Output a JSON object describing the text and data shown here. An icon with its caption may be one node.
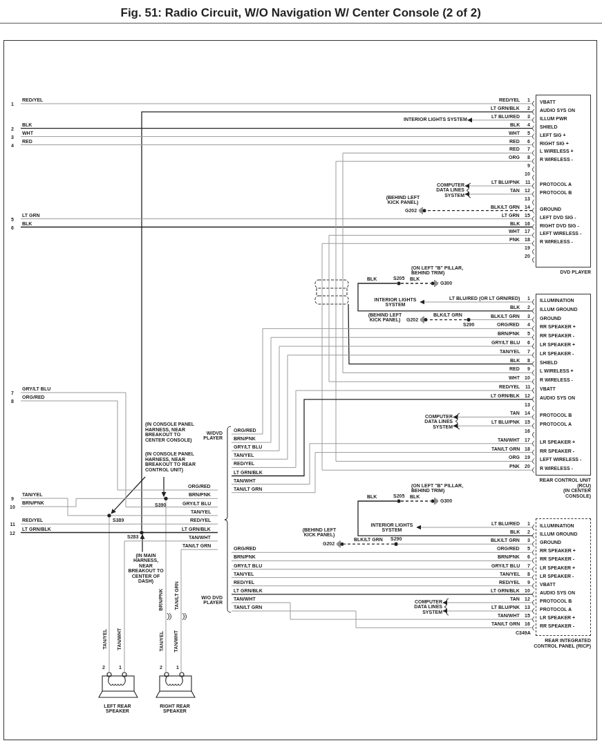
{
  "diagram": {
    "title": "Fig. 51: Radio Circuit, W/O Navigation W/ Center Console (2 of 2)",
    "nodes": [
      {
        "text": [
          "VBATT",
          "AUDIO SYS ON",
          "ILLUM PWR",
          "SHIELD",
          "LEFT SIG +",
          "RIGHT SIG +",
          "L WIRELESS +",
          "R WIRELESS -",
          "PROTOCOL A",
          "PROTOCOL B",
          "GROUND",
          "LEFT DVD SIG -",
          "RIGHT DVD SIG -",
          "LEFT WIRELESS -",
          "R WIRELESS -"
        ],
        "beside": [
          "DVD PLAYER"
        ]
      },
      {
        "text": [
          "ILLUMINATION",
          "ILLUM GROUND",
          "GROUND",
          "RR SPEAKER +",
          "RR SPEAKER -",
          "LR SPEAKER +",
          "LR SPEAKER -",
          "SHIELD",
          "L WIRELESS +",
          "R WIRELESS -",
          "VBATT",
          "AUDIO SYS ON",
          "PROTOCOL B",
          "PROTOCOL A",
          "LR SPEAKER +",
          "RR SPEAKER -",
          "LEFT WIRELESS -",
          "R WIRELESS -"
        ],
        "beside": [
          "REAR CONTROL UNIT (RCU)",
          "(IN CENTER CONSOLE)"
        ]
      },
      {
        "text": [
          "ILLUMINATION",
          "ILLUM GROUND",
          "GROUND",
          "RR SPEAKER +",
          "RR SPEAKER -",
          "LR SPEAKER +",
          "LR SPEAKER -",
          "VBATT",
          "AUDIO SYS ON",
          "PROTOCOL B",
          "PROTOCOL A",
          "LR SPEAKER +",
          "RR SPEAKER -"
        ],
        "beside": [
          "REAR INTEGRATED CONTROL PANEL (RICP)"
        ]
      },
      {
        "text": [
          "INTERIOR LIGHTS SYSTEM"
        ]
      },
      {
        "text": [
          "COMPUTER DATA LINES SYSTEM"
        ]
      },
      {
        "text": [],
        "shape": "ground",
        "beside": [
          "(BEHIND LEFT KICK PANEL)",
          "G202"
        ]
      },
      {
        "text": [],
        "shape": "circle",
        "beside": [
          "S205"
        ]
      },
      {
        "text": [],
        "shape": "ground",
        "beside": [
          "(ON LEFT \"B\" PILLAR, BEHIND TRIM)",
          "G300"
        ]
      },
      {
        "text": [
          "INTERIOR LIGHTS SYSTEM"
        ]
      },
      {
        "text": [],
        "shape": "ground",
        "beside": [
          "(BEHIND LEFT KICK PANEL)",
          "G202"
        ]
      },
      {
        "text": [],
        "shape": "circle",
        "beside": [
          "S290"
        ]
      },
      {
        "text": [
          "COMPUTER DATA LINES SYSTEM"
        ]
      },
      {
        "text": [],
        "shape": "circle",
        "beside": [
          "S205"
        ]
      },
      {
        "text": [],
        "shape": "ground",
        "beside": [
          "(ON LEFT \"B\" PILLAR, BEHIND TRIM)",
          "G300"
        ]
      },
      {
        "text": [
          "INTERIOR LIGHTS SYSTEM"
        ]
      },
      {
        "text": [],
        "shape": "ground",
        "beside": [
          "(BEHIND LEFT KICK PANEL)",
          "G202"
        ]
      },
      {
        "text": [],
        "shape": "circle",
        "beside": [
          "S290"
        ]
      },
      {
        "text": [
          "COMPUTER DATA LINES SYSTEM"
        ]
      },
      {
        "text": [
          "(IN CONSOLE PANEL HARNESS, NEAR BREAKOUT TO CENTER CONSOLE)",
          "(IN CONSOLE PANEL HARNESS, NEAR BREAKOUT TO REAR CONTROL UNIT)"
        ]
      },
      {
        "text": [],
        "shape": "circle",
        "beside": [
          "S390"
        ]
      },
      {
        "text": [],
        "shape": "circle",
        "beside": [
          "S389"
        ]
      },
      {
        "text": [],
        "shape": "circle",
        "beside": [
          "S283"
        ]
      },
      {
        "text": [
          "(IN MAIN HARNESS, NEAR BREAKOUT TO CENTER OF DASH)"
        ]
      },
      {
        "text": [],
        "shape": "speaker",
        "beside": [
          "LEFT REAR SPEAKER"
        ]
      },
      {
        "text": [],
        "shape": "speaker",
        "beside": [
          "RIGHT REAR SPEAKER"
        ]
      },
      {
        "text": [
          "1"
        ],
        "beside": [
          "RED/YEL"
        ]
      },
      {
        "text": [
          "2"
        ],
        "beside": [
          "BLK"
        ]
      },
      {
        "text": [
          "3"
        ],
        "beside": [
          "WHT"
        ]
      },
      {
        "text": [
          "4"
        ],
        "beside": [
          "RED"
        ]
      },
      {
        "text": [
          "5"
        ],
        "beside": [
          "LT GRN"
        ]
      },
      {
        "text": [
          "6"
        ],
        "beside": [
          "BLK"
        ]
      },
      {
        "text": [
          "7"
        ],
        "beside": [
          "GRY/LT BLU"
        ]
      },
      {
        "text": [
          "8"
        ],
        "beside": [
          "ORG/RED"
        ]
      },
      {
        "text": [
          "9"
        ],
        "beside": [
          "TAN/YEL"
        ]
      },
      {
        "text": [
          "10"
        ],
        "beside": [
          "BRN/PNK"
        ]
      },
      {
        "text": [
          "11"
        ],
        "beside": [
          "RED/YEL"
        ]
      },
      {
        "text": [
          "12"
        ],
        "beside": [
          "LT GRN/BLK"
        ]
      },
      {
        "text": [],
        "shape": "shield"
      }
    ],
    "edges": [
      {
        "from": 0,
        "to": 3,
        "arrow": "to"
      },
      {
        "from": 0,
        "to": 4,
        "arrow": "to"
      },
      {
        "from": 0,
        "to": 4,
        "arrow": "to"
      },
      {
        "from": 0,
        "to": 5,
        "arrow": "none",
        "style": "dashed",
        "color": "#222222"
      },
      {
        "from": 1,
        "to": 6,
        "arrow": "none",
        "color": "#222222",
        "label": "BLK"
      },
      {
        "from": 6,
        "to": 7,
        "arrow": "none",
        "style": "dashed",
        "color": "#222222",
        "label": "BLK"
      },
      {
        "from": 1,
        "to": 8,
        "arrow": "to"
      },
      {
        "from": 1,
        "to": 10,
        "arrow": "none"
      },
      {
        "from": 10,
        "to": 9,
        "arrow": "none",
        "style": "dashed",
        "color": "#222222",
        "label": "BLK/LT GRN"
      },
      {
        "from": 1,
        "to": 11,
        "arrow": "to"
      },
      {
        "from": 1,
        "to": 11,
        "arrow": "to"
      },
      {
        "from": 2,
        "to": 12,
        "arrow": "none",
        "color": "#222222",
        "label": "BLK"
      },
      {
        "from": 12,
        "to": 13,
        "arrow": "none",
        "style": "dashed",
        "color": "#222222",
        "label": "BLK"
      },
      {
        "from": 2,
        "to": 14,
        "arrow": "to"
      },
      {
        "from": 2,
        "to": 16,
        "arrow": "none"
      },
      {
        "from": 16,
        "to": 15,
        "arrow": "none",
        "style": "dashed",
        "color": "#222222",
        "label": "BLK/LT GRN"
      },
      {
        "from": 2,
        "to": 17,
        "arrow": "to"
      },
      {
        "from": 2,
        "to": 17,
        "arrow": "to"
      },
      {
        "from": 18,
        "to": 20,
        "arrow": "to",
        "color": "#222222"
      },
      {
        "from": 18,
        "to": 19,
        "arrow": "to",
        "color": "#222222"
      },
      {
        "from": 22,
        "to": 21,
        "arrow": "to",
        "color": "#222222"
      },
      {
        "from": 23,
        "to": 20,
        "arrow": "none"
      },
      {
        "from": 24,
        "to": 19,
        "arrow": "none"
      },
      {
        "from": 21,
        "to": 0,
        "arrow": "none",
        "color": "#222222"
      },
      {
        "from": 25,
        "to": 0,
        "arrow": "none"
      },
      {
        "from": 26,
        "to": 0,
        "arrow": "none",
        "color": "#222222"
      },
      {
        "from": 27,
        "to": 0,
        "arrow": "none"
      },
      {
        "from": 28,
        "to": 0,
        "arrow": "none"
      },
      {
        "from": 29,
        "to": 0,
        "arrow": "none"
      },
      {
        "from": 30,
        "to": 0,
        "arrow": "none",
        "color": "#222222"
      },
      {
        "from": 0,
        "to": 1,
        "arrow": "none"
      },
      {
        "from": 0,
        "to": 1,
        "arrow": "none"
      },
      {
        "from": 0,
        "to": 1,
        "arrow": "none"
      },
      {
        "from": 0,
        "to": 1,
        "arrow": "none"
      },
      {
        "from": 1,
        "to": 37,
        "arrow": "none",
        "color": "#222222"
      },
      {
        "from": 1,
        "to": null,
        "arrow": "none",
        "label": "ORG/RED"
      },
      {
        "from": 1,
        "to": null,
        "arrow": "none",
        "label": "BRN/PNK"
      },
      {
        "from": 1,
        "to": null,
        "arrow": "none",
        "label": "GRY/LT BLU"
      },
      {
        "from": 1,
        "to": null,
        "arrow": "none",
        "label": "TAN/YEL"
      },
      {
        "from": 1,
        "to": null,
        "arrow": "none",
        "label": "RED/YEL"
      },
      {
        "from": 1,
        "to": null,
        "arrow": "none",
        "color": "#222222",
        "label": "LT GRN/BLK"
      },
      {
        "from": 1,
        "to": null,
        "arrow": "none",
        "label": "TAN/WHT"
      },
      {
        "from": 1,
        "to": null,
        "arrow": "none",
        "label": "TAN/LT GRN"
      },
      {
        "from": null,
        "to": 2,
        "arrow": "none",
        "label": "ORG/RED"
      },
      {
        "from": null,
        "to": 2,
        "arrow": "none",
        "label": "BRN/PNK"
      },
      {
        "from": null,
        "to": 2,
        "arrow": "none",
        "label": "GRY/LT BLU"
      },
      {
        "from": null,
        "to": 2,
        "arrow": "none",
        "label": "TAN/YEL"
      },
      {
        "from": null,
        "to": 2,
        "arrow": "none",
        "label": "RED/YEL"
      },
      {
        "from": null,
        "to": 2,
        "arrow": "none",
        "color": "#222222",
        "label": "LT GRN/BLK"
      },
      {
        "from": null,
        "to": 2,
        "arrow": "none",
        "label": "TAN/WHT"
      },
      {
        "from": null,
        "to": 2,
        "arrow": "none",
        "label": "TAN/LT GRN"
      },
      {
        "from": 31,
        "to": null,
        "arrow": "none",
        "label": "GRY/LT BLU"
      },
      {
        "from": 32,
        "to": null,
        "arrow": "none",
        "label": "ORG/RED"
      },
      {
        "from": 33,
        "to": null,
        "arrow": "none",
        "label": "TAN/YEL"
      },
      {
        "from": 34,
        "to": null,
        "arrow": "none",
        "label": "BRN/PNK"
      },
      {
        "from": 35,
        "to": null,
        "arrow": "none",
        "label": "RED/YEL"
      },
      {
        "from": 36,
        "to": null,
        "arrow": "none",
        "color": "#222222",
        "label": "LT GRN/BLK"
      },
      {
        "from": 23,
        "to": null,
        "arrow": "none",
        "label": "TAN/WHT"
      },
      {
        "from": 24,
        "to": null,
        "arrow": "none",
        "label": "TAN/LT GRN"
      }
    ],
    "labels": [
      "RED/YEL",
      "1",
      "LT GRN/BLK",
      "2",
      "LT BLU/RED",
      "3",
      "BLK",
      "4",
      "WHT",
      "5",
      "RED",
      "6",
      "RED",
      "7",
      "ORG",
      "8",
      "9",
      "10",
      "LT BLU/PNK",
      "11",
      "TAN",
      "12",
      "13",
      "BLK/LT GRN",
      "14",
      "LT GRN",
      "15",
      "BLK",
      "16",
      "WHT",
      "17",
      "PNK",
      "18",
      "19",
      "20",
      "LT BLU/RED (OR LT GRN/RED)",
      "1",
      "BLK",
      "2",
      "BLK/LT GRN",
      "3",
      "ORG/RED",
      "4",
      "BRN/PNK",
      "5",
      "GRY/LT BLU",
      "6",
      "TAN/YEL",
      "7",
      "BLK",
      "8",
      "RED",
      "9",
      "WHT",
      "10",
      "RED/YEL",
      "11",
      "LT GRN/BLK",
      "12",
      "13",
      "TAN",
      "14",
      "LT BLU/PNK",
      "15",
      "16",
      "TAN/WHT",
      "17",
      "TAN/LT GRN",
      "18",
      "ORG",
      "19",
      "PNK",
      "20",
      "LT BLU/RED",
      "1",
      "BLK",
      "2",
      "BLK/LT GRN",
      "3",
      "ORG/RED",
      "5",
      "BRN/PNK",
      "6",
      "GRY/LT BLU",
      "7",
      "TAN/YEL",
      "8",
      "RED/YEL",
      "9",
      "LT GRN/BLK",
      "10",
      "TAN",
      "12",
      "LT BLU/PNK",
      "13",
      "TAN/WHT",
      "15",
      "TAN/LT GRN",
      "16",
      "C349A",
      "W/DVD PLAYER",
      "W/O DVD PLAYER",
      "TAN/YEL",
      "TAN/WHT",
      "BRN/PNK",
      "TAN/LT GRN",
      "TAN/YEL",
      "TAN/WHT",
      "2",
      "1",
      "2",
      "1"
    ]
  }
}
